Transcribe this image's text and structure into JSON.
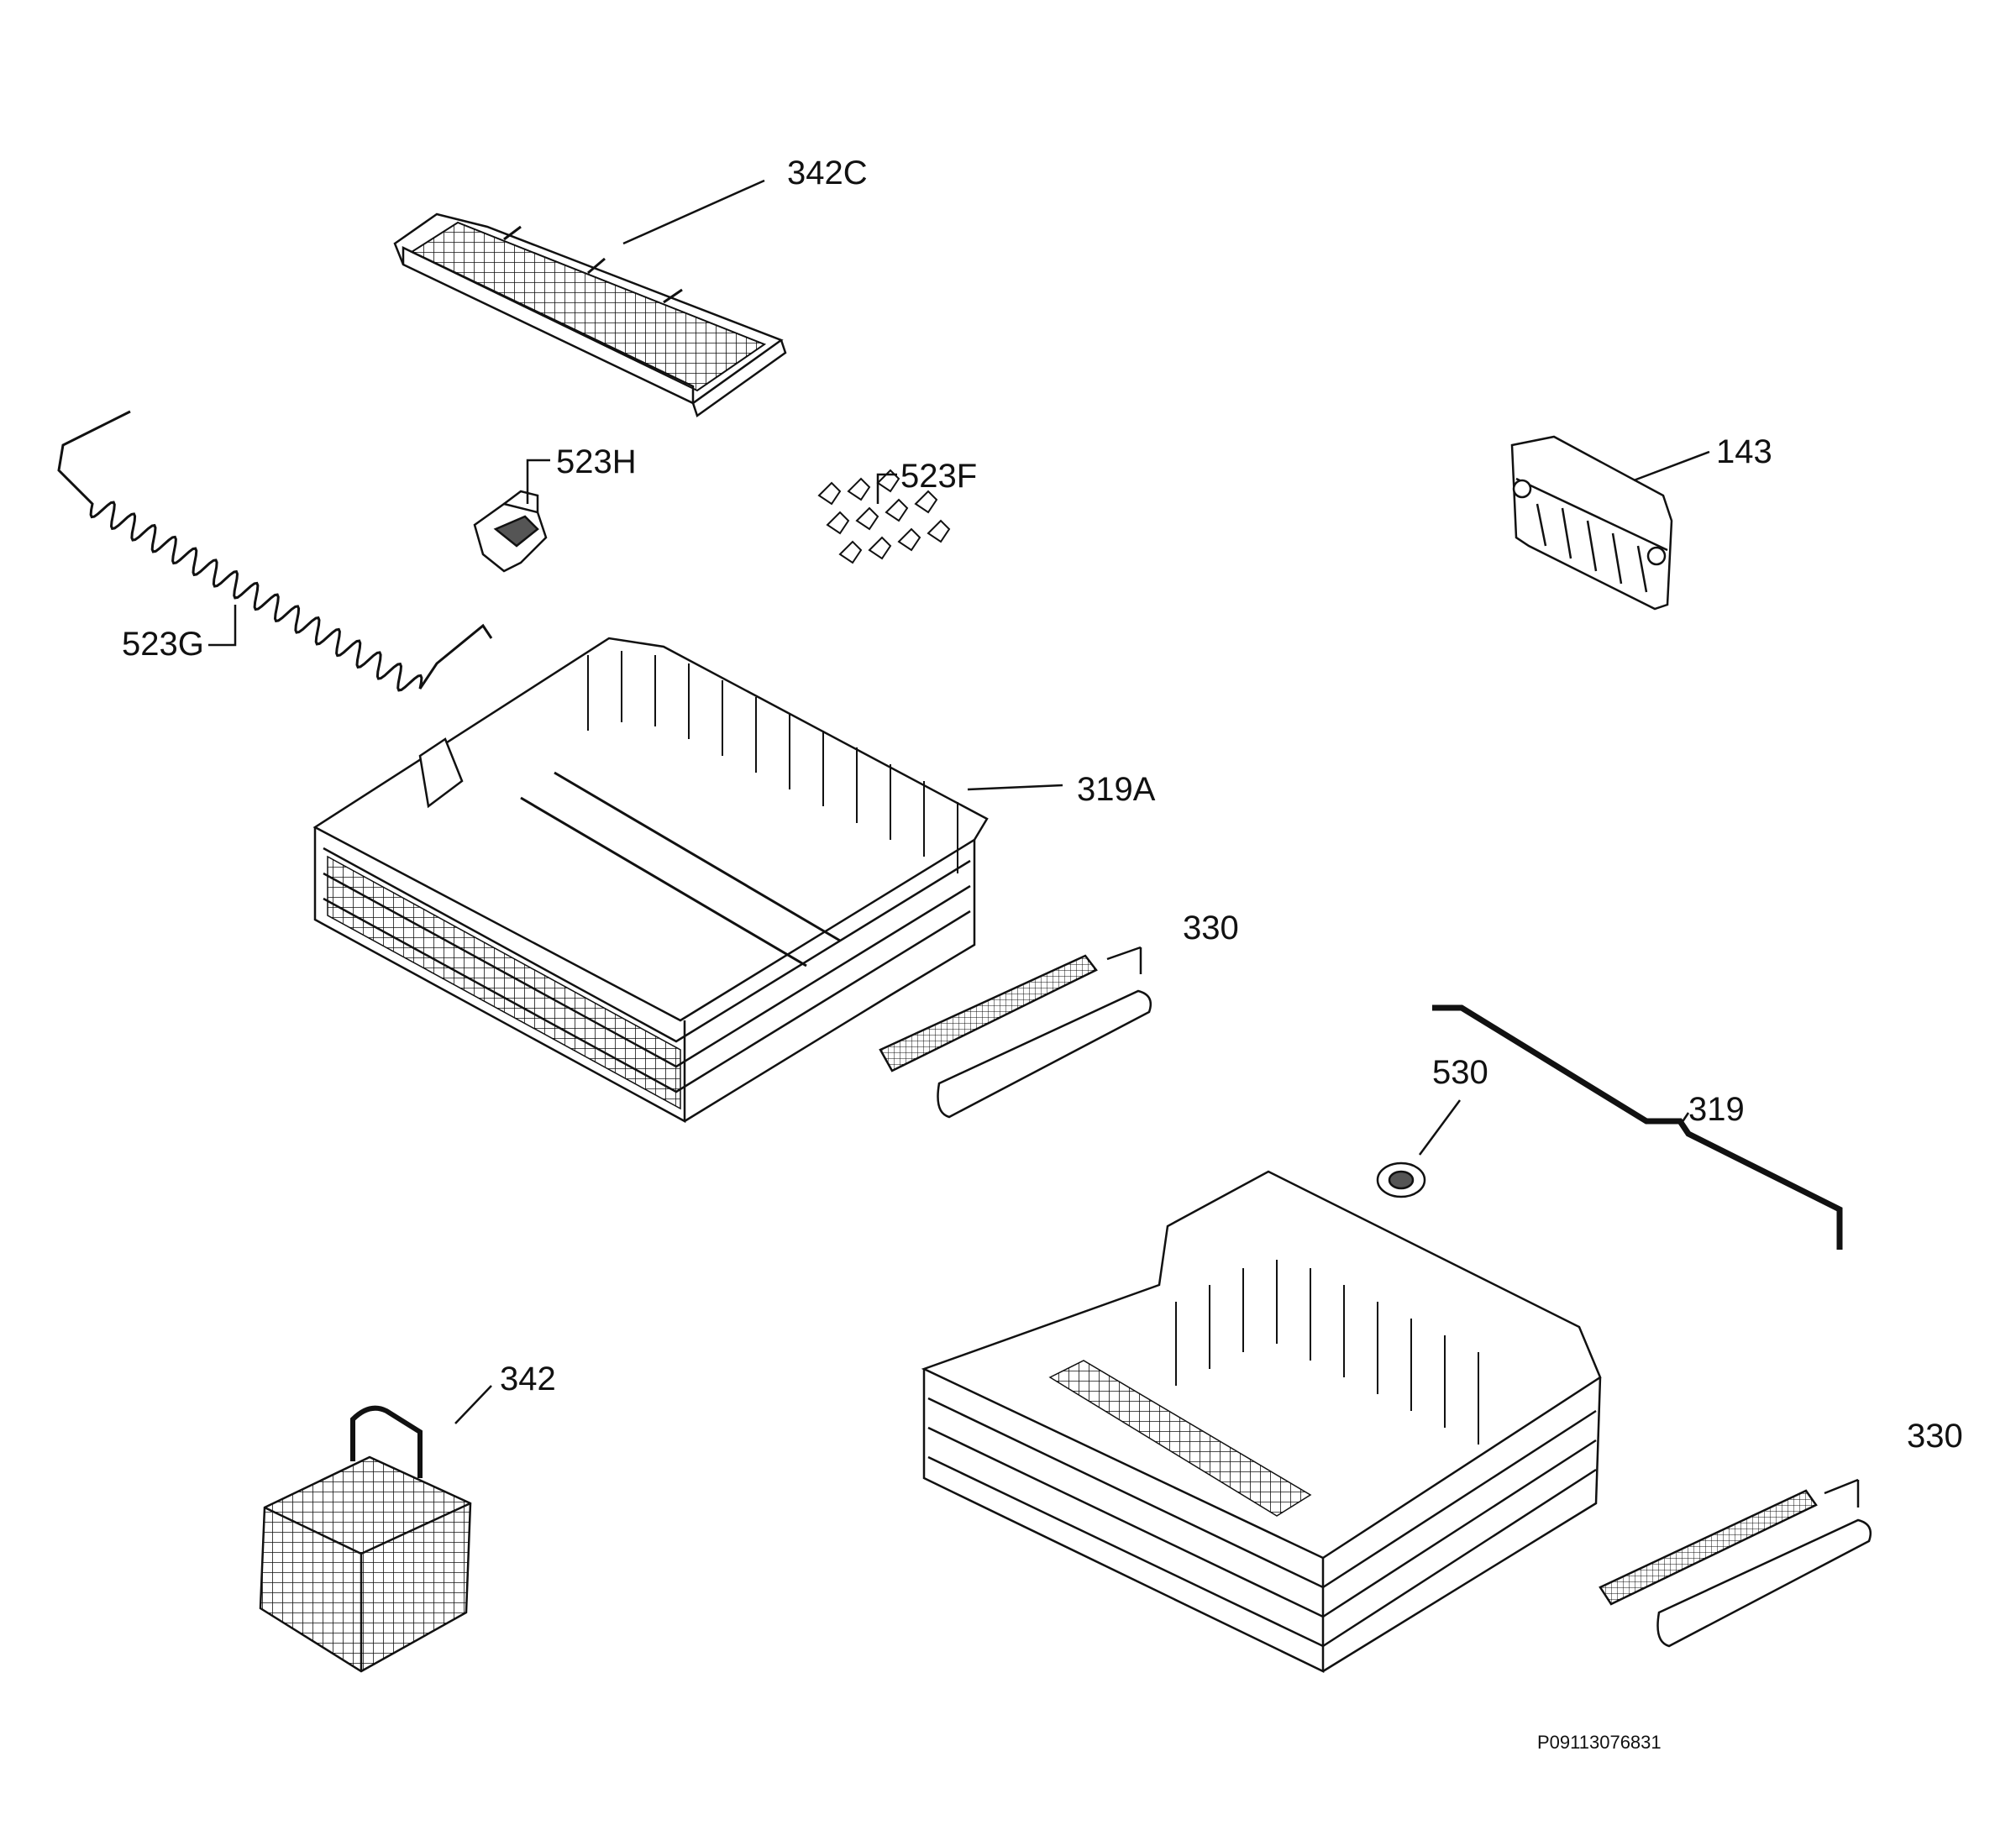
{
  "diagram": {
    "callouts": {
      "c342C": "342C",
      "c523H": "523H",
      "c523F": "523F",
      "c143": "143",
      "c523G": "523G",
      "c319A": "319A",
      "c330a": "330",
      "c530": "530",
      "c319": "319",
      "c342": "342",
      "c330b": "330"
    },
    "document_code": "P09113076831"
  },
  "colors": {
    "ink": "#111111",
    "paper": "#ffffff",
    "shade": "#555555"
  }
}
